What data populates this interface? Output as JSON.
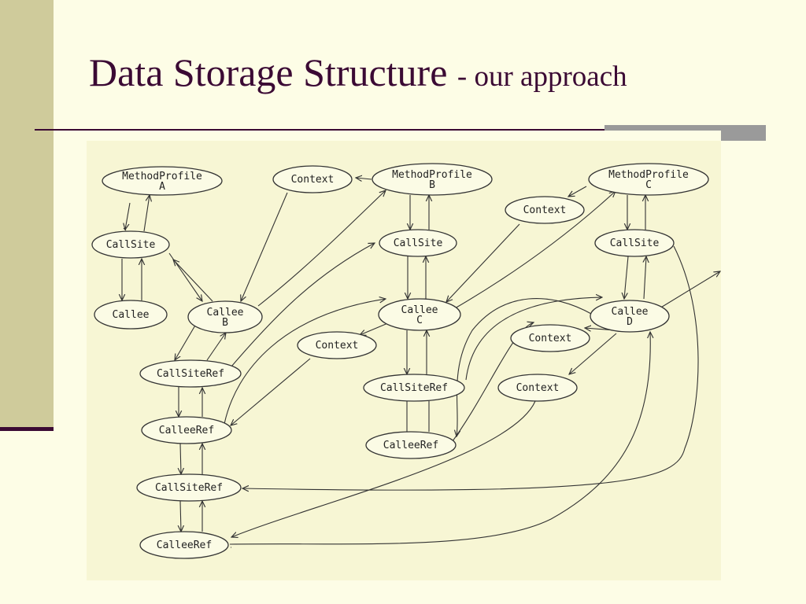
{
  "slide": {
    "title": "Data Storage Structure",
    "title_suffix": "- our approach"
  },
  "diagram": {
    "nodes": [
      {
        "id": "mpA",
        "label": "MethodProfile",
        "sub": "A"
      },
      {
        "id": "csA",
        "label": "CallSite"
      },
      {
        "id": "calleeA",
        "label": "Callee"
      },
      {
        "id": "calleeB",
        "label": "Callee",
        "sub": "B"
      },
      {
        "id": "ctx1",
        "label": "Context"
      },
      {
        "id": "mpB",
        "label": "MethodProfile",
        "sub": "B"
      },
      {
        "id": "csB",
        "label": "CallSite"
      },
      {
        "id": "calleeC",
        "label": "Callee",
        "sub": "C"
      },
      {
        "id": "ctx2",
        "label": "Context"
      },
      {
        "id": "csrC",
        "label": "CallSiteRef"
      },
      {
        "id": "crC",
        "label": "CalleeRef"
      },
      {
        "id": "ctx3",
        "label": "Context"
      },
      {
        "id": "mpC",
        "label": "MethodProfile",
        "sub": "C"
      },
      {
        "id": "csC",
        "label": "CallSite"
      },
      {
        "id": "calleeD",
        "label": "Callee",
        "sub": "D"
      },
      {
        "id": "ctx4",
        "label": "Context"
      },
      {
        "id": "ctx5",
        "label": "Context"
      },
      {
        "id": "csr1",
        "label": "CallSiteRef"
      },
      {
        "id": "cr1",
        "label": "CalleeRef"
      },
      {
        "id": "csr2",
        "label": "CallSiteRef"
      },
      {
        "id": "cr2",
        "label": "CalleeRef"
      }
    ]
  }
}
